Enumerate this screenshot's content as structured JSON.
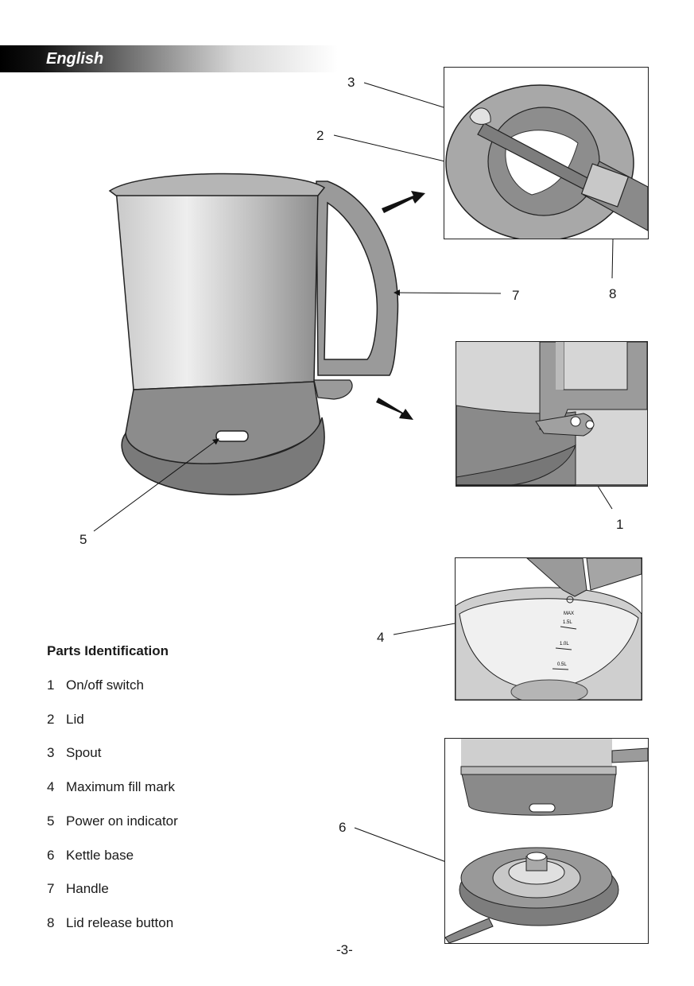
{
  "header": {
    "language": "English"
  },
  "parts": {
    "title": "Parts Identification",
    "items": [
      {
        "num": "1",
        "label": "On/off switch"
      },
      {
        "num": "2",
        "label": "Lid"
      },
      {
        "num": "3",
        "label": "Spout"
      },
      {
        "num": "4",
        "label": "Maximum fill mark"
      },
      {
        "num": "5",
        "label": "Power on indicator"
      },
      {
        "num": "6",
        "label": "Kettle base"
      },
      {
        "num": "7",
        "label": "Handle"
      },
      {
        "num": "8",
        "label": "Lid release button"
      }
    ]
  },
  "callouts": {
    "c1": "1",
    "c2": "2",
    "c3": "3",
    "c4": "4",
    "c5": "5",
    "c6": "6",
    "c7": "7",
    "c8": "8"
  },
  "fill_marks": {
    "max": "MAX",
    "l15": "1.5L",
    "l10": "1.0L",
    "l05": "0.5L"
  },
  "footer": {
    "page": "-3-"
  }
}
